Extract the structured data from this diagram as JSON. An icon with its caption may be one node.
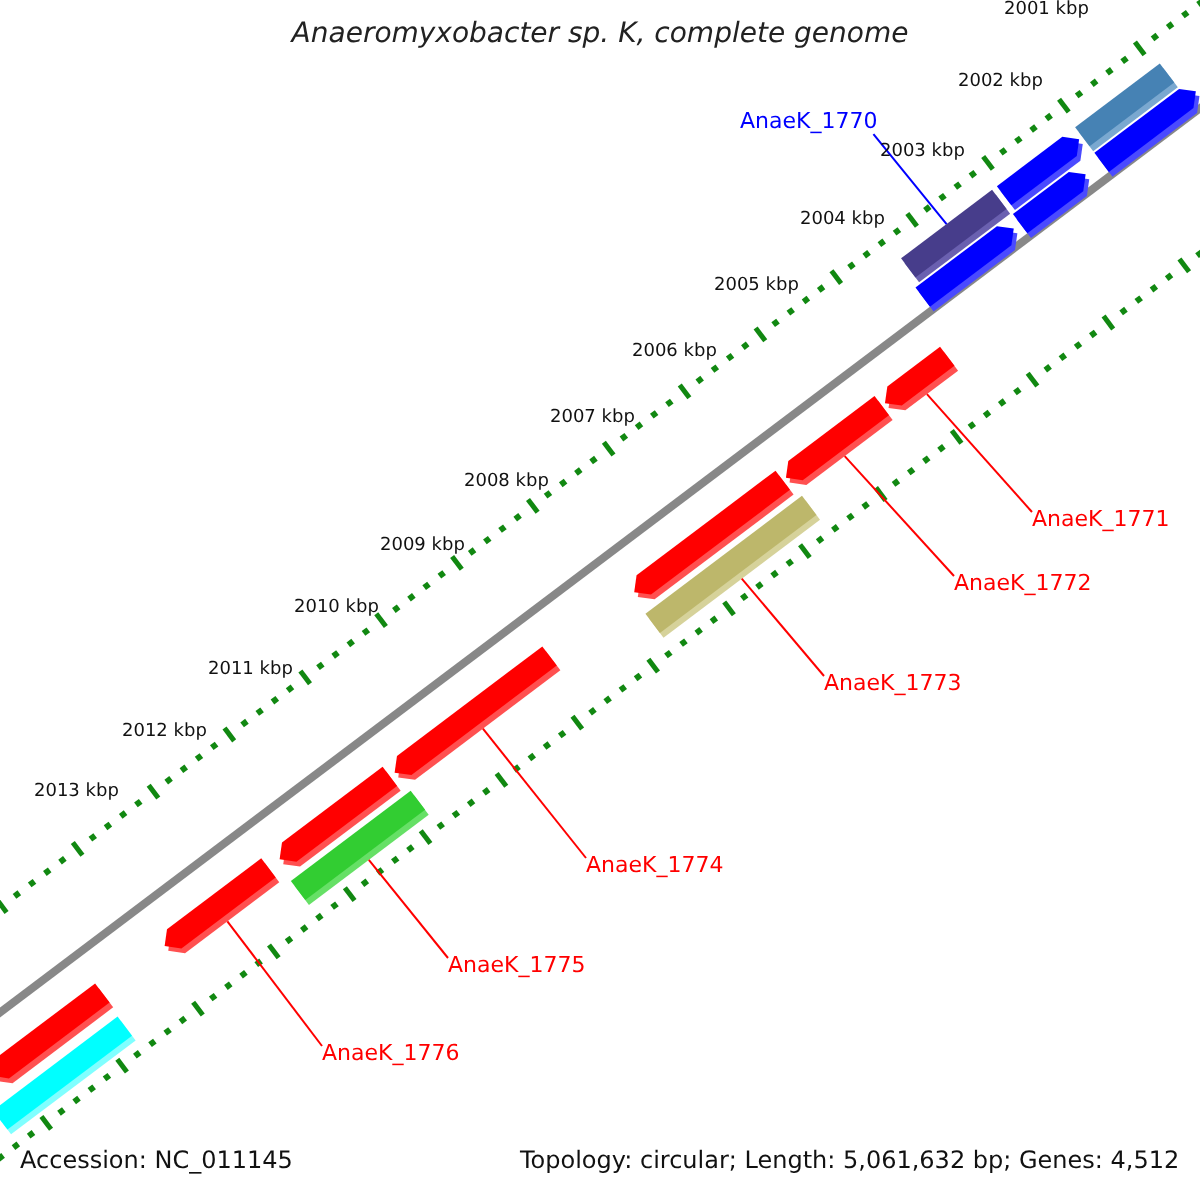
{
  "diagram": {
    "title": "Anaeromyxobacter sp. K, complete genome",
    "nodes": [
      {
        "text": [
          "AnaeK_1770"
        ]
      },
      {
        "text": [
          "AnaeK_1771"
        ]
      },
      {
        "text": [
          "AnaeK_1772"
        ]
      },
      {
        "text": [
          "AnaeK_1773"
        ]
      },
      {
        "text": [
          "AnaeK_1774"
        ]
      },
      {
        "text": [
          "AnaeK_1775"
        ]
      },
      {
        "text": [
          "AnaeK_1776"
        ]
      },
      {
        "text": [],
        "shape": "bar"
      },
      {
        "text": [],
        "shape": "arrow"
      },
      {
        "text": [],
        "shape": "bar"
      },
      {
        "text": [],
        "shape": "arrow"
      },
      {
        "text": [],
        "shape": "arrow"
      },
      {
        "text": [],
        "shape": "arrow"
      },
      {
        "text": [],
        "shape": "arrow"
      },
      {
        "text": [],
        "shape": "arrow"
      },
      {
        "text": [],
        "shape": "arrow"
      },
      {
        "text": [],
        "shape": "bar"
      },
      {
        "text": [],
        "shape": "arrow"
      },
      {
        "text": [],
        "shape": "bar"
      },
      {
        "text": [],
        "shape": "arrow"
      },
      {
        "text": [],
        "shape": "arrow"
      },
      {
        "text": [],
        "shape": "arrow"
      },
      {
        "text": [],
        "shape": "bar"
      }
    ],
    "edges": [
      {
        "from": 0,
        "to": 7,
        "arrow": "none",
        "color": "#0000ff"
      },
      {
        "from": 1,
        "to": 13,
        "arrow": "none"
      },
      {
        "from": 2,
        "to": 14,
        "arrow": "none"
      },
      {
        "from": 3,
        "to": 16,
        "arrow": "none"
      },
      {
        "from": 4,
        "to": 17,
        "arrow": "none"
      },
      {
        "from": 5,
        "to": 18,
        "arrow": "none"
      },
      {
        "from": 6,
        "to": 20,
        "arrow": "none"
      }
    ],
    "labels": [
      "2001 kbp",
      "2002 kbp",
      "2003 kbp",
      "2004 kbp",
      "2005 kbp",
      "2006 kbp",
      "2007 kbp",
      "2008 kbp",
      "2009 kbp",
      "2010 kbp",
      "2011 kbp",
      "2012 kbp",
      "2013 kbp",
      "Accession: NC_011145",
      "Topology: circular; Length: 5,061,632 bp; Genes: 4,512"
    ]
  }
}
